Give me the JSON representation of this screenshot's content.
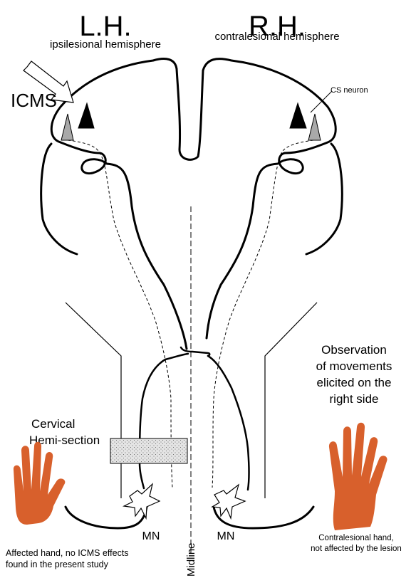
{
  "left_hemisphere": {
    "abbr": "L.H.",
    "name": "ipsilesional hemisphere"
  },
  "right_hemisphere": {
    "abbr": "R.H.",
    "name": "contralesional hemisphere"
  },
  "labels": {
    "icms": "ICMS",
    "cs_neuron": "CS neuron",
    "observation": [
      "Observation",
      "of movements",
      "elicited on the",
      "right side"
    ],
    "cervical": [
      "Cervical",
      "Hemi-section"
    ],
    "mn_left": "MN",
    "mn_right": "MN",
    "midline": "Midline",
    "affected_hand": [
      "Affected hand, no ICMS effects",
      "found in the present study"
    ],
    "contralesional_hand": [
      "Contralesional hand,",
      "not affected by the lesion"
    ]
  },
  "colors": {
    "hand": "#d8602c",
    "neuron_gray": "#a9a9a9",
    "neuron_black": "#000000",
    "lesion_fill": "#d9d9d9"
  },
  "icons": [
    "hand-left-icon",
    "hand-right-icon",
    "motoneuron-left-icon",
    "motoneuron-right-icon"
  ]
}
